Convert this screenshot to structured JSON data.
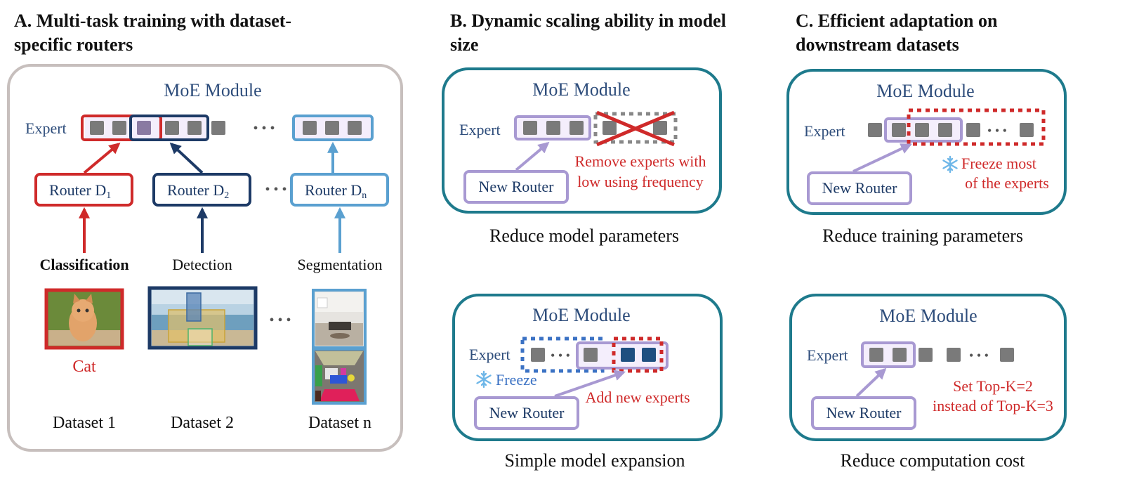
{
  "panels": {
    "a": {
      "title_line1": "A. Multi-task training with dataset-",
      "title_line2": "specific routers",
      "module_label": "MoE Module",
      "expert_label": "Expert",
      "routers": [
        "Router D",
        "Router D",
        "Router D"
      ],
      "router_subscripts": [
        "1",
        "2",
        "n"
      ],
      "tasks": [
        "Classification",
        "Detection",
        "Segmentation"
      ],
      "class_label": "Cat",
      "datasets": [
        "Dataset 1",
        "Dataset 2",
        "Dataset n"
      ],
      "ellipsis": "• • •"
    },
    "b": {
      "title_line1": "B. Dynamic scaling ability in model",
      "title_line2": "size",
      "top": {
        "module_label": "MoE Module",
        "expert_label": "Expert",
        "router_label": "New Router",
        "note_line1": "Remove experts with",
        "note_line2": "low using frequency",
        "caption": "Reduce model parameters"
      },
      "bottom": {
        "module_label": "MoE Module",
        "expert_label": "Expert",
        "router_label": "New Router",
        "freeze_label": "Freeze",
        "note": "Add new experts",
        "caption": "Simple model expansion"
      }
    },
    "c": {
      "title_line1": "C. Efficient adaptation on",
      "title_line2": "downstream datasets",
      "top": {
        "module_label": "MoE Module",
        "expert_label": "Expert",
        "router_label": "New Router",
        "note_line1": "Freeze most",
        "note_line2": "of the experts",
        "caption": "Reduce training parameters"
      },
      "bottom": {
        "module_label": "MoE Module",
        "expert_label": "Expert",
        "router_label": "New Router",
        "note_line1": "Set Top-K=2",
        "note_line2": "instead of Top-K=3",
        "caption": "Reduce computation cost"
      }
    }
  },
  "colors": {
    "red": "#cf2a2a",
    "navy": "#1d3a66",
    "light_blue": "#5aa0d0",
    "teal": "#1e7a8c",
    "lavender": "#a899d2",
    "expert_gray": "#7a7a7a",
    "panel_a_border": "#c7bfbd"
  },
  "icons": [
    "snowflake-icon",
    "cat-photo",
    "beach-photo",
    "room-photo",
    "segmentation-photo"
  ]
}
